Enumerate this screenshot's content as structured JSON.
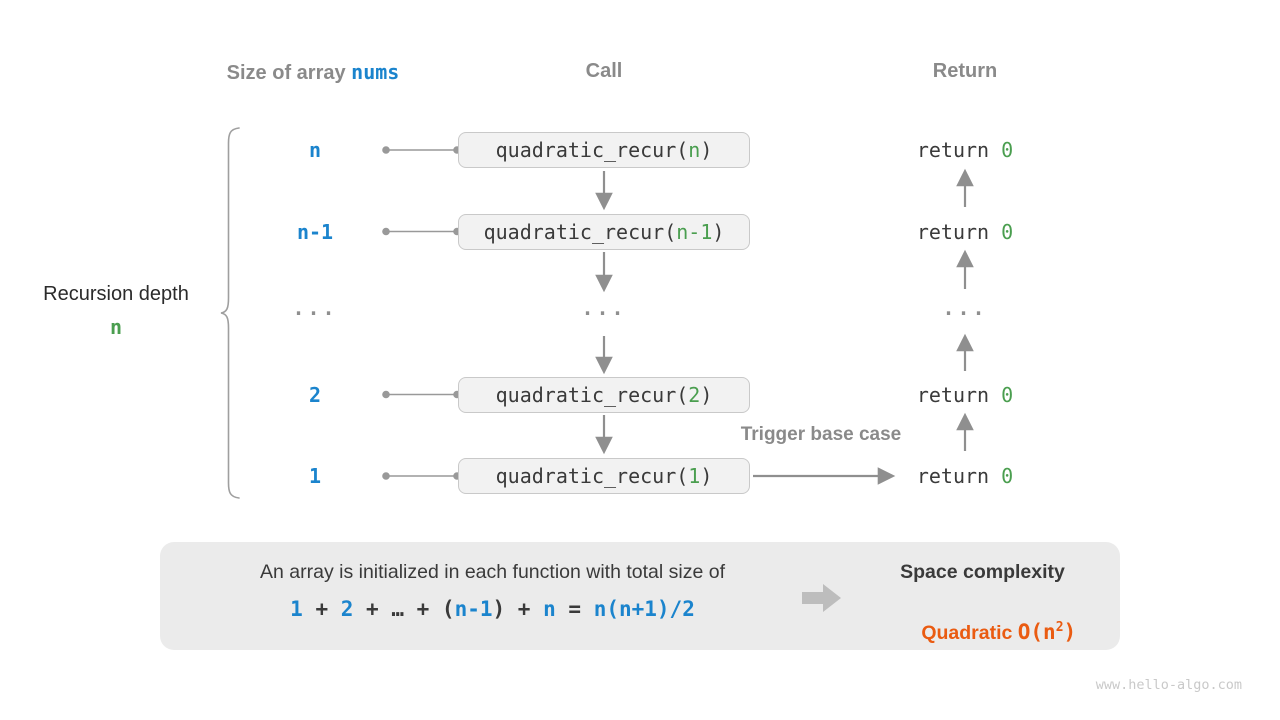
{
  "watermark": "www.hello-algo.com",
  "colors": {
    "blue": "#1b84cd",
    "green": "#4a9e4f",
    "orange": "#ea5b11",
    "header_gray": "#8a8a8a",
    "code_dark": "#3a3a3a",
    "arrow_gray": "#8f8f8f",
    "box_background": "#f2f2f2",
    "box_border": "#c9c9c9",
    "panel_background": "#ebebeb"
  },
  "headers": {
    "size_prefix": "Size of array ",
    "size_code": "nums",
    "call": "Call",
    "return": "Return"
  },
  "left_annotation": {
    "label": "Recursion depth",
    "value": "n"
  },
  "call_fn": "quadratic_recur",
  "return_keyword": "return",
  "return_value": "0",
  "ellipsis": "...",
  "rows": [
    {
      "type": "call",
      "size": "n",
      "arg": "n"
    },
    {
      "type": "call",
      "size": "n-1",
      "arg": "n-1"
    },
    {
      "type": "ellipsis"
    },
    {
      "type": "call",
      "size": "2",
      "arg": "2"
    },
    {
      "type": "call",
      "size": "1",
      "arg": "1"
    }
  ],
  "trigger_label": "Trigger base case",
  "summary": {
    "description": "An array is initialized in each function with total size of",
    "formula": [
      {
        "text": "1",
        "color": "blue"
      },
      {
        "text": " + ",
        "color": "dark"
      },
      {
        "text": "2",
        "color": "blue"
      },
      {
        "text": " + ",
        "color": "dark"
      },
      {
        "text": "…",
        "color": "dark"
      },
      {
        "text": " + (",
        "color": "dark"
      },
      {
        "text": "n-1",
        "color": "blue"
      },
      {
        "text": ") + ",
        "color": "dark"
      },
      {
        "text": "n",
        "color": "blue"
      },
      {
        "text": " = ",
        "color": "dark"
      },
      {
        "text": "n(n+1)/2",
        "color": "blue"
      }
    ],
    "result_title": "Space complexity",
    "result_word": "Quadratic",
    "result_o_prefix": "O(n",
    "result_o_sup": "2",
    "result_o_suffix": ")"
  }
}
